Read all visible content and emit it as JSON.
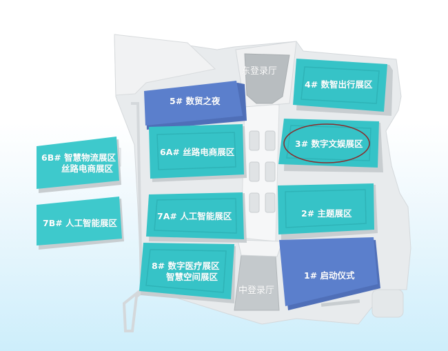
{
  "map": {
    "colors": {
      "teal": "#36c3c7",
      "teal_dark": "#2aa9ad",
      "blue": "#5b7fcc",
      "blue_dark": "#4b6cb8",
      "building_gray": "#e2e5e7",
      "hall_gray": "#b9bec1",
      "highlight_ellipse": "#8b2a2a"
    },
    "halls": [
      {
        "id": "east",
        "label": "东登录厅"
      },
      {
        "id": "central",
        "label": "中登录厅"
      }
    ],
    "zones": [
      {
        "id": "5",
        "label": "5# 数贸之夜",
        "color": "blue"
      },
      {
        "id": "4",
        "label": "4# 数智出行展区",
        "color": "teal"
      },
      {
        "id": "6A",
        "label": "6A# 丝路电商展区",
        "color": "teal"
      },
      {
        "id": "3",
        "label": "3# 数字文娱展区",
        "color": "teal",
        "highlighted": true
      },
      {
        "id": "6B",
        "line1": "6B# 智慧物流展区",
        "line2": "丝路电商展区",
        "color": "teal"
      },
      {
        "id": "7A",
        "label": "7A# 人工智能展区",
        "color": "teal"
      },
      {
        "id": "2",
        "label": "2# 主题展区",
        "color": "teal"
      },
      {
        "id": "7B",
        "label": "7B# 人工智能展区",
        "color": "teal"
      },
      {
        "id": "8",
        "line1": "8# 数字医疗展区",
        "line2": "智慧空间展区",
        "color": "teal"
      },
      {
        "id": "1",
        "label": "1# 启动仪式",
        "color": "blue"
      }
    ]
  }
}
